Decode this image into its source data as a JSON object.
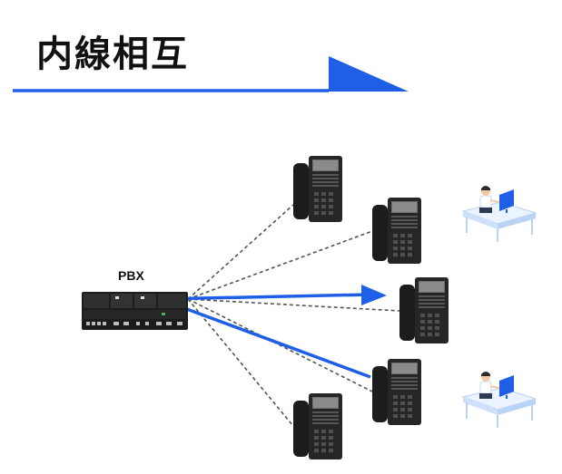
{
  "title": "内線相互",
  "pbx": {
    "label": "PBX"
  },
  "colors": {
    "accent": "#1f5fe8",
    "device": "#1c1c1c",
    "line": "#555555"
  },
  "phones": [
    {
      "id": "phone-1",
      "active": false
    },
    {
      "id": "phone-2",
      "active": false
    },
    {
      "id": "phone-3",
      "active": true
    },
    {
      "id": "phone-4",
      "active": true
    },
    {
      "id": "phone-5",
      "active": false
    }
  ],
  "users": [
    {
      "id": "user-1",
      "icon": "person-at-desk-icon"
    },
    {
      "id": "user-2",
      "icon": "person-at-desk-icon"
    }
  ]
}
